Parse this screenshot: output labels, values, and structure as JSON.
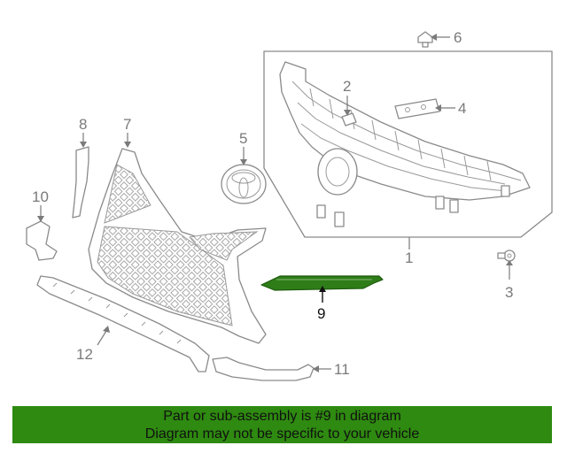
{
  "colors": {
    "highlight_part": "#2e7d18",
    "banner_background": "#2e8a10",
    "line_art": "#8a8a8a",
    "callout_text": "#7a7a7a",
    "highlight_callout_text": "#111111"
  },
  "callouts": {
    "c1": "1",
    "c2": "2",
    "c3": "3",
    "c4": "4",
    "c5": "5",
    "c6": "6",
    "c7": "7",
    "c8": "8",
    "c9": "9",
    "c10": "10",
    "c11": "11",
    "c12": "12"
  },
  "highlighted_callout": "9",
  "banner": {
    "line1": "Part or sub-assembly is #9 in diagram",
    "line2": "Diagram may not be specific to your vehicle"
  }
}
